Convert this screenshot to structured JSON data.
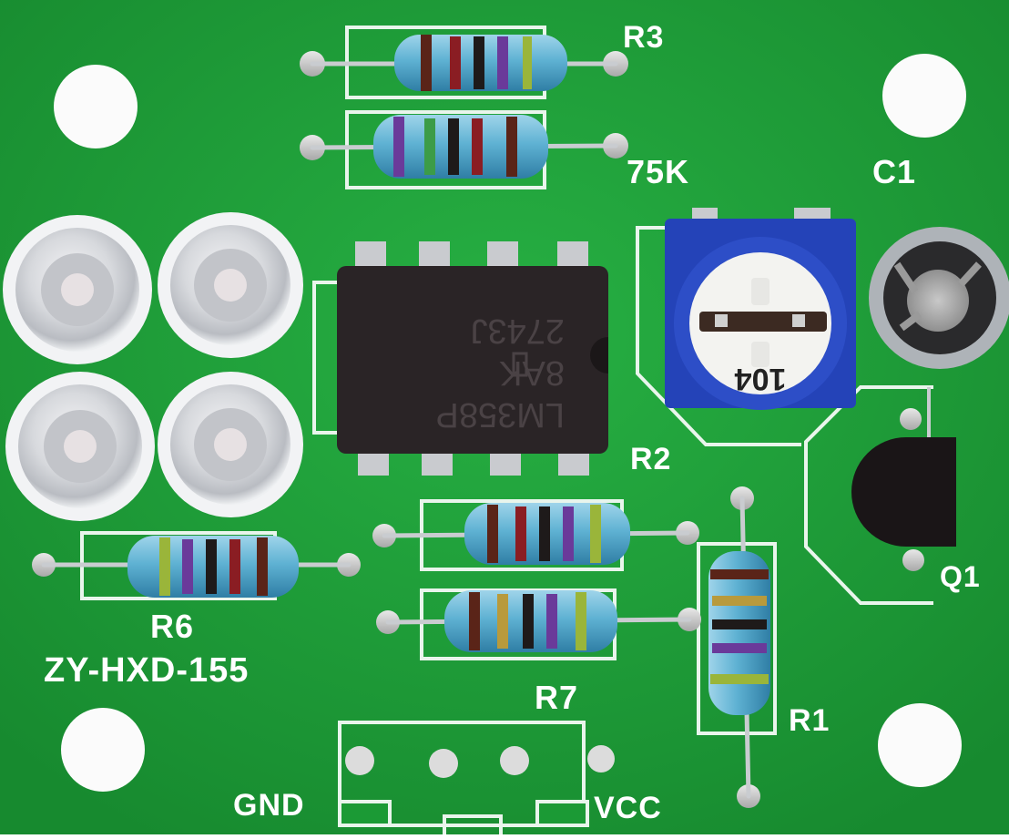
{
  "board": {
    "model": "ZY-HXD-155",
    "pcb_color": "#1fa339",
    "silkscreen_color": "#ffffff"
  },
  "labels": {
    "r3": "R3",
    "r3_value": "75K",
    "c1": "C1",
    "r2": "R2",
    "q1": "Q1",
    "r6": "R6",
    "r7": "R7",
    "r1": "R1",
    "gnd": "GND",
    "vcc": "VCC"
  },
  "ic": {
    "part": "LM358P",
    "line_date": "2743J",
    "line_lot": "8AK",
    "body_color": "#2a2426"
  },
  "potentiometer": {
    "code": "104",
    "body_color": "#2443b8"
  },
  "leds": {
    "count": 4,
    "type": "clear 5mm LED"
  },
  "header": {
    "pins": 4
  }
}
